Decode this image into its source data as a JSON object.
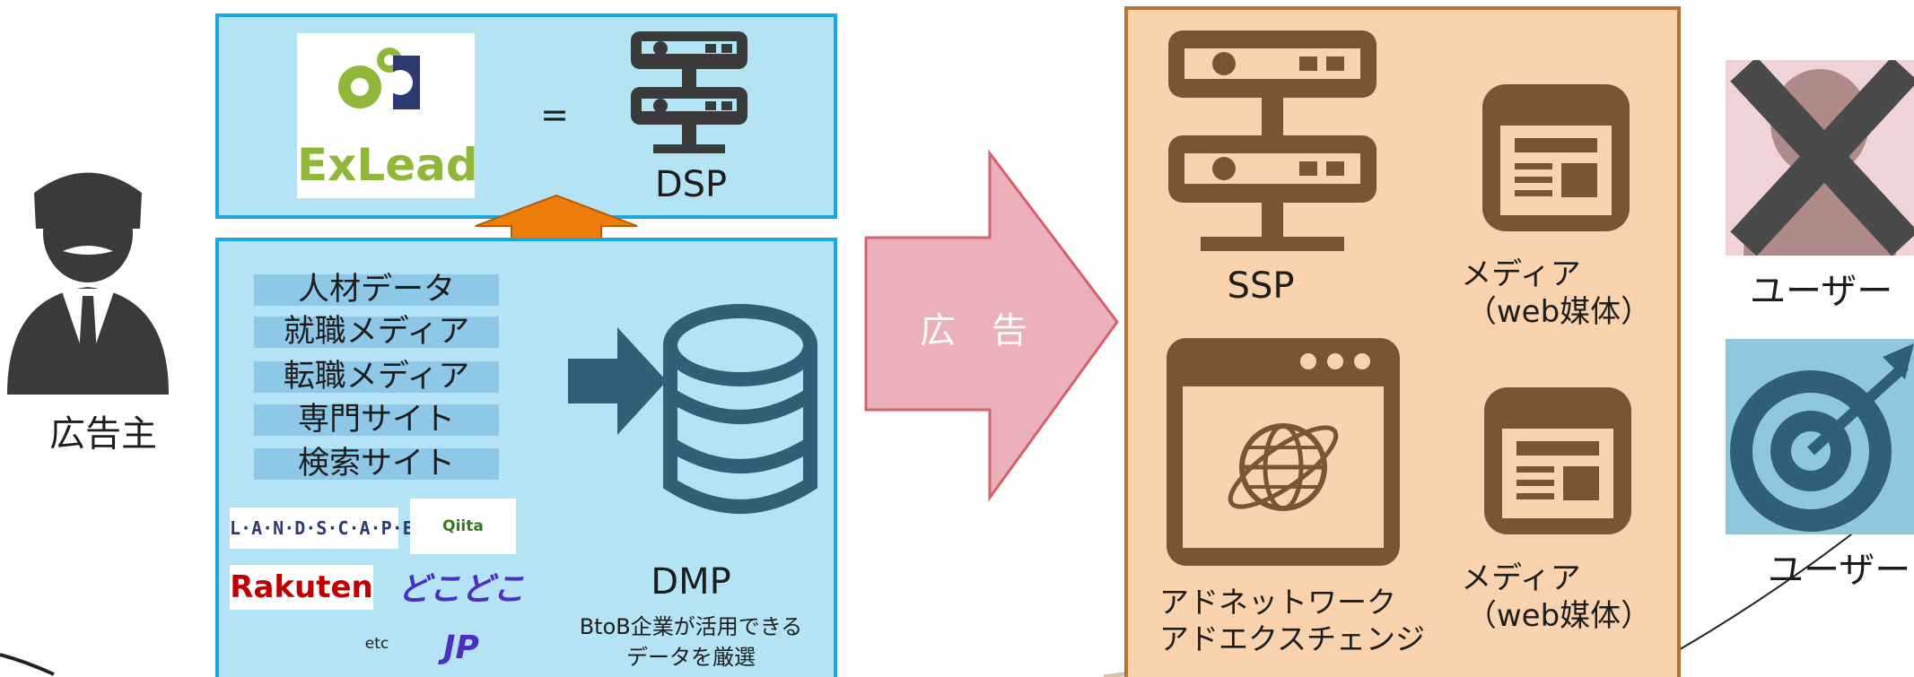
{
  "advertiser": {
    "label": "広告主"
  },
  "dsp": {
    "logo_text": "ExLead",
    "equals": "=",
    "label": "DSP"
  },
  "dmp": {
    "tags": [
      "人材データ",
      "就職メディア",
      "転職メディア",
      "専門サイト",
      "検索サイト"
    ],
    "logos": [
      "L·A·N·D·S·C·A·P·E",
      "Qiita",
      "Rakuten",
      "どこどこJP"
    ],
    "etc": "etc",
    "label": "DMP",
    "sub_line1": "BtoB企業が活用できる",
    "sub_line2": "データを厳選"
  },
  "ad_arrow": {
    "label": "広　告"
  },
  "supply": {
    "ssp_label": "SSP",
    "media1_line1": "メディア",
    "media1_line2": "（web媒体）",
    "adnet_line1": "アドネットワーク",
    "adnet_line2": "アドエクスチェンジ",
    "media2_line1": "メディア",
    "media2_line2": "（web媒体）"
  },
  "users": {
    "user1_label": "ユーザー",
    "user2_label": "ユーザー"
  },
  "colors": {
    "blue_box": "#b3e3f5",
    "blue_border": "#1aa7e0",
    "orange_box": "#f8d3ad",
    "brown_icon": "#7a5531",
    "pink_arrow": "#ebb0b8",
    "up_arrow": "#ef7d0a"
  }
}
